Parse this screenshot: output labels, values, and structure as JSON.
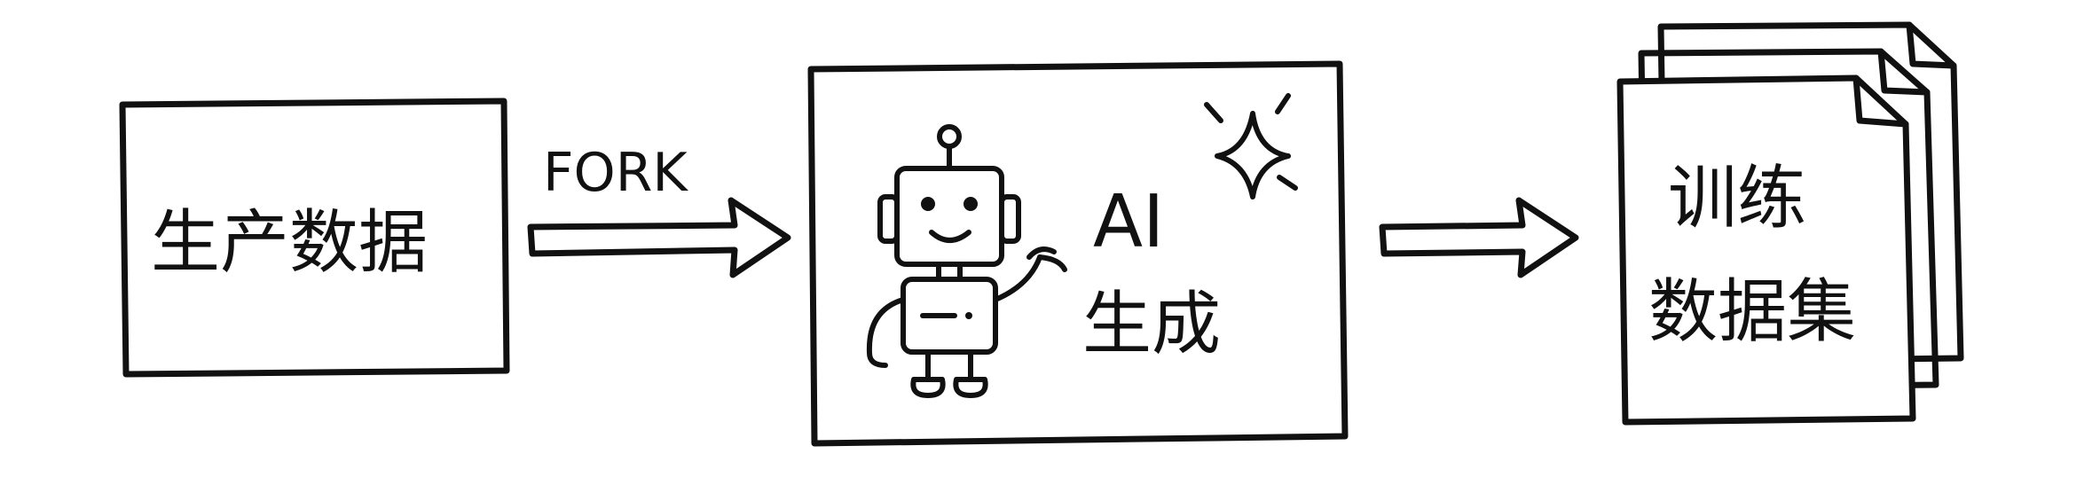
{
  "source_box": {
    "label": "生产数据"
  },
  "arrow_1": {
    "label": "FORK"
  },
  "ai_box": {
    "line_1": "AI",
    "line_2": "生成"
  },
  "output_box": {
    "line_1": "训练",
    "line_2": "数据集"
  },
  "icons": {
    "robot": "robot-icon",
    "sparkle": "sparkle-icon",
    "documents": "stacked-documents-icon"
  },
  "colors": {
    "ink": "#111111",
    "background": "#ffffff"
  }
}
